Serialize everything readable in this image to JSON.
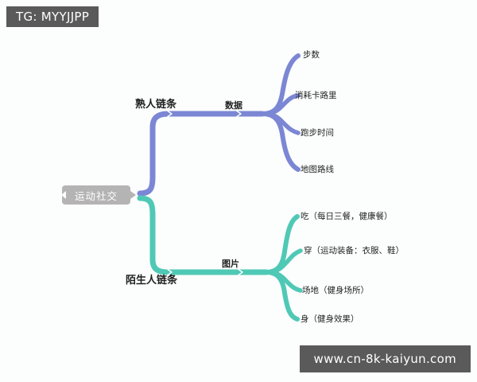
{
  "overlays": {
    "tg_badge": "TG: MYYJJPP",
    "site_badge": "www.cn-8k-kaiyun.com"
  },
  "colors": {
    "background": "#fcfdfd",
    "root_pill": "#b4b4b4",
    "branch_purple": "#7b87d4",
    "branch_green": "#4fc9b5",
    "badge_gray": "#5a5a5a",
    "text": "#1f1f1f"
  },
  "mindmap": {
    "root": {
      "label": "运动社交"
    },
    "branches": [
      {
        "id": "acquaintance",
        "label": "熟人链条",
        "color": "#7b87d4",
        "sub": {
          "label": "数据"
        },
        "leaves": [
          {
            "label": "步数"
          },
          {
            "label": "消耗卡路里"
          },
          {
            "label": "跑步时间"
          },
          {
            "label": "地图路线"
          }
        ]
      },
      {
        "id": "stranger",
        "label": "陌生人链条",
        "color": "#4fc9b5",
        "sub": {
          "label": "图片"
        },
        "leaves": [
          {
            "label": "吃（每日三餐，健康餐）"
          },
          {
            "label": "穿（运动装备：衣服、鞋）"
          },
          {
            "label": "场地（健身场所）"
          },
          {
            "label": "身（健身效果）"
          }
        ]
      }
    ]
  }
}
